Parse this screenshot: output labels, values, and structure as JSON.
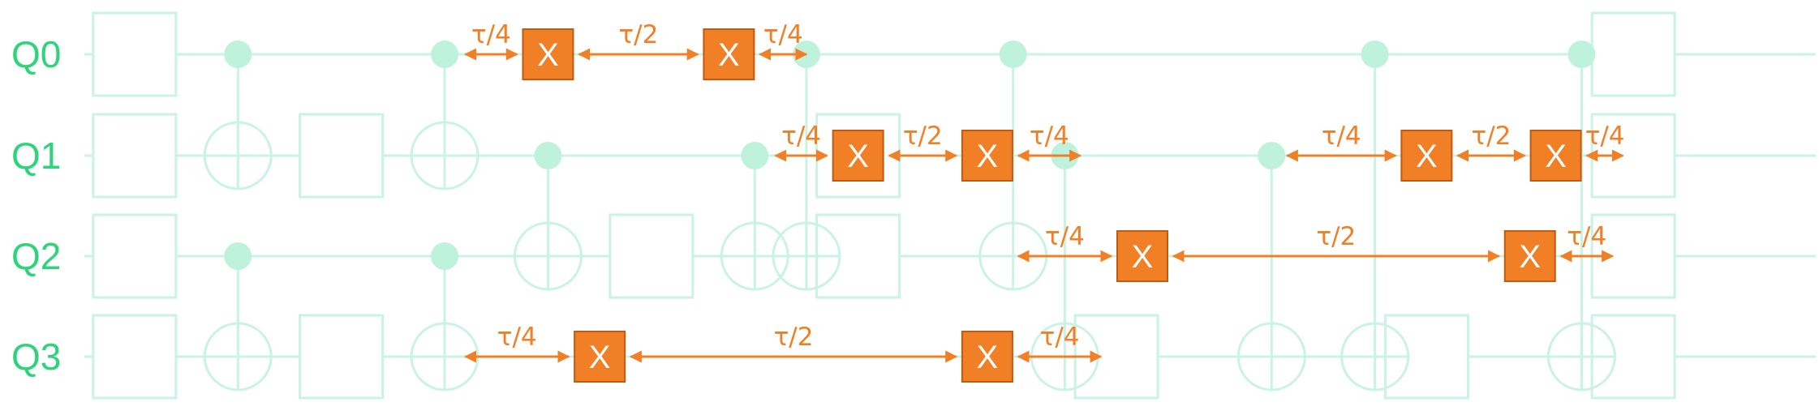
{
  "colors": {
    "label": "#2ed47a",
    "wire": "#c9f3e3",
    "control": "#bff2dc",
    "gate_fill": "#f07f26",
    "gate_text": "#ffffff",
    "arrow": "#f07f26",
    "tau_text": "#f07f26"
  },
  "qubits": [
    {
      "id": "q0",
      "label": "Q0"
    },
    {
      "id": "q1",
      "label": "Q1"
    },
    {
      "id": "q2",
      "label": "Q2"
    },
    {
      "id": "q3",
      "label": "Q3"
    }
  ],
  "empty_gates": [
    {
      "q": 0,
      "col": 1
    },
    {
      "q": 1,
      "col": 1
    },
    {
      "q": 2,
      "col": 1
    },
    {
      "q": 3,
      "col": 1
    },
    {
      "q": 1,
      "col": 5
    },
    {
      "q": 3,
      "col": 5
    },
    {
      "q": 2,
      "col": 11
    },
    {
      "q": 1,
      "col": 15
    },
    {
      "q": 2,
      "col": 15
    },
    {
      "q": 3,
      "col": 20
    },
    {
      "q": 3,
      "col": 26
    },
    {
      "q": 0,
      "col": 30
    },
    {
      "q": 1,
      "col": 30
    },
    {
      "q": 2,
      "col": 30
    },
    {
      "q": 3,
      "col": 30
    }
  ],
  "cnots": [
    {
      "control": 0,
      "target": 1,
      "col": 3
    },
    {
      "control": 2,
      "target": 3,
      "col": 3
    },
    {
      "control": 0,
      "target": 1,
      "col": 7
    },
    {
      "control": 2,
      "target": 3,
      "col": 7
    },
    {
      "control": 1,
      "target": 2,
      "col": 9
    },
    {
      "control": 1,
      "target": 2,
      "col": 13
    },
    {
      "control": 0,
      "target": 2,
      "col": 14
    },
    {
      "control": 0,
      "target": 2,
      "col": 18
    },
    {
      "control": 1,
      "target": 3,
      "col": 19
    },
    {
      "control": 1,
      "target": 3,
      "col": 23
    },
    {
      "control": 0,
      "target": 3,
      "col": 25
    },
    {
      "control": 0,
      "target": 3,
      "col": 29
    }
  ],
  "x_gates": [
    {
      "q": 0,
      "col": 9,
      "label": "X"
    },
    {
      "q": 0,
      "col": 12.5,
      "label": "X"
    },
    {
      "q": 1,
      "col": 15,
      "label": "X"
    },
    {
      "q": 1,
      "col": 17.5,
      "label": "X"
    },
    {
      "q": 2,
      "col": 20.5,
      "label": "X"
    },
    {
      "q": 2,
      "col": 28,
      "label": "X"
    },
    {
      "q": 3,
      "col": 10,
      "label": "X"
    },
    {
      "q": 3,
      "col": 17.5,
      "label": "X"
    },
    {
      "q": 1,
      "col": 26,
      "label": "X"
    },
    {
      "q": 1,
      "col": 28.5,
      "label": "X"
    }
  ],
  "delays": [
    {
      "q": 0,
      "from": 7.4,
      "to": 8.4,
      "label": "τ/4"
    },
    {
      "q": 0,
      "from": 9.6,
      "to": 11.9,
      "label": "τ/2"
    },
    {
      "q": 0,
      "from": 13.1,
      "to": 14.0,
      "label": "τ/4"
    },
    {
      "q": 1,
      "from": 13.4,
      "to": 14.4,
      "label": "τ/4"
    },
    {
      "q": 1,
      "from": 15.6,
      "to": 16.9,
      "label": "τ/2"
    },
    {
      "q": 1,
      "from": 18.1,
      "to": 19.3,
      "label": "τ/4"
    },
    {
      "q": 2,
      "from": 18.1,
      "to": 19.9,
      "label": "τ/4"
    },
    {
      "q": 2,
      "from": 21.1,
      "to": 27.4,
      "label": "τ/2"
    },
    {
      "q": 2,
      "from": 28.6,
      "to": 29.6,
      "label": "τ/4"
    },
    {
      "q": 3,
      "from": 7.4,
      "to": 9.4,
      "label": "τ/4"
    },
    {
      "q": 3,
      "from": 10.6,
      "to": 16.9,
      "label": "τ/2"
    },
    {
      "q": 3,
      "from": 18.1,
      "to": 19.7,
      "label": "τ/4"
    },
    {
      "q": 1,
      "from": 23.3,
      "to": 25.4,
      "label": "τ/4"
    },
    {
      "q": 1,
      "from": 26.6,
      "to": 27.9,
      "label": "τ/2"
    },
    {
      "q": 1,
      "from": 29.1,
      "to": 29.8,
      "label": "τ/4"
    }
  ]
}
